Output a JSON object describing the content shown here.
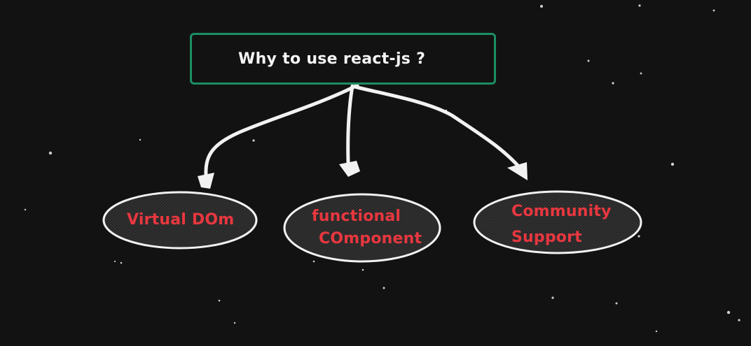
{
  "diagram": {
    "title": "Why to use react-js ?",
    "nodes": [
      {
        "id": "virtual-dom",
        "lines": [
          "Virtual DOm"
        ]
      },
      {
        "id": "functional-component",
        "lines": [
          "functional",
          "COmponent"
        ]
      },
      {
        "id": "community-support",
        "lines": [
          "Community",
          "Support"
        ]
      }
    ],
    "colors": {
      "background": "#121212",
      "title_border": "#1b8f63",
      "title_text": "#f4f4f4",
      "node_border": "#f2f2f2",
      "node_fill": "#2b2b2b",
      "node_text": "#e8373f",
      "arrow": "#f2f2f2"
    }
  }
}
